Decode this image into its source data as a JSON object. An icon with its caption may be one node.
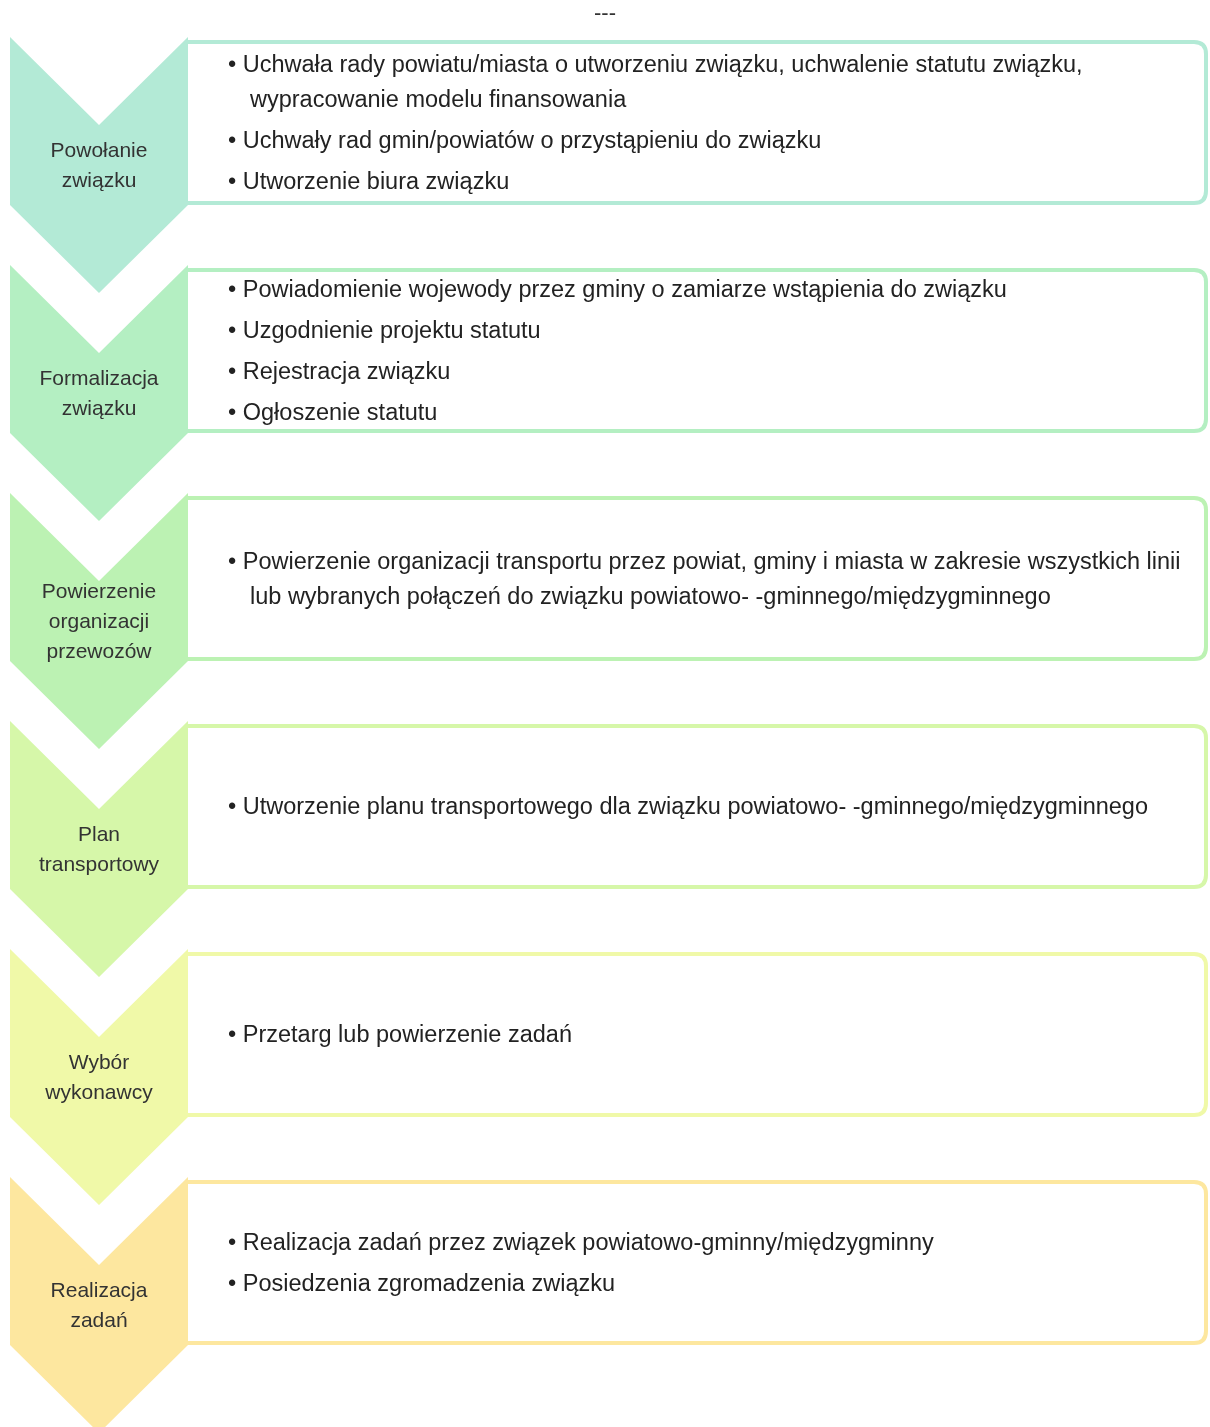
{
  "diagram": {
    "nodes": [
      {
        "text": [
          "Powołanie związku"
        ]
      },
      {
        "text": [
          "• Uchwała rady powiatu/miasta o utworzeniu związku, uchwalenie statutu związku, wypracowanie modelu finansowania",
          "• Uchwały rad gmin/powiatów o przystąpieniu do związku",
          "• Utworzenie biura związku"
        ]
      },
      {
        "text": [
          "Formalizacja związku"
        ]
      },
      {
        "text": [
          "• Powiadomienie wojewody przez gminy o zamiarze wstąpienia do związku",
          "• Uzgodnienie projektu statutu",
          "• Rejestracja związku",
          "• Ogłoszenie statutu"
        ]
      },
      {
        "text": [
          "Powierzenie organizacji przewozów"
        ]
      },
      {
        "text": [
          "• Powierzenie organizacji transportu przez powiat, gminy i miasta w zakresie wszystkich linii lub wybranych połączeń do związku powiatowo- -gminnego/międzygminnego"
        ]
      },
      {
        "text": [
          "Plan transportowy"
        ]
      },
      {
        "text": [
          "• Utworzenie planu transportowego dla związku powiatowo- -gminnego/międzygminnego"
        ]
      },
      {
        "text": [
          "Wybór wykonawcy"
        ]
      },
      {
        "text": [
          "• Przetarg lub powierzenie zadań"
        ]
      },
      {
        "text": [
          "Realizacja zadań"
        ]
      },
      {
        "text": [
          "• Realizacja zadań przez związek powiatowo-gminny/międzygminny",
          "• Posiedzenia zgromadzenia związku"
        ]
      }
    ],
    "labels": [
      "---"
    ]
  }
}
